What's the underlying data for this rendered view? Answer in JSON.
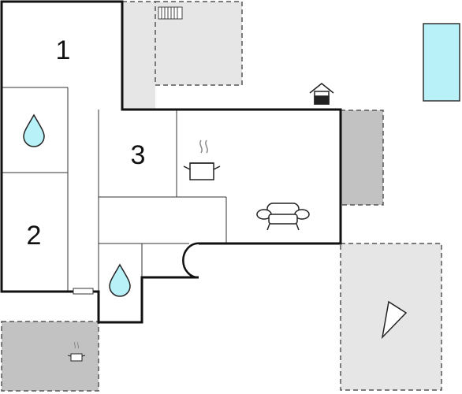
{
  "floorplan": {
    "rooms": [
      {
        "id": "room-1",
        "label": "1"
      },
      {
        "id": "room-2",
        "label": "2"
      },
      {
        "id": "room-3",
        "label": "3"
      }
    ],
    "icons": [
      "water-drop-icon",
      "cooking-pot-icon",
      "sofa-icon",
      "house-icon",
      "radiator-icon",
      "compass-arrow-icon",
      "window-icon"
    ],
    "colors": {
      "wall": "#111111",
      "dashed_outline": "#555555",
      "terrace_light": "#e6e6e6",
      "terrace_dark": "#c2c2c2",
      "pool": "#b8f2f8",
      "water_drop": "#b8f2f8"
    }
  }
}
